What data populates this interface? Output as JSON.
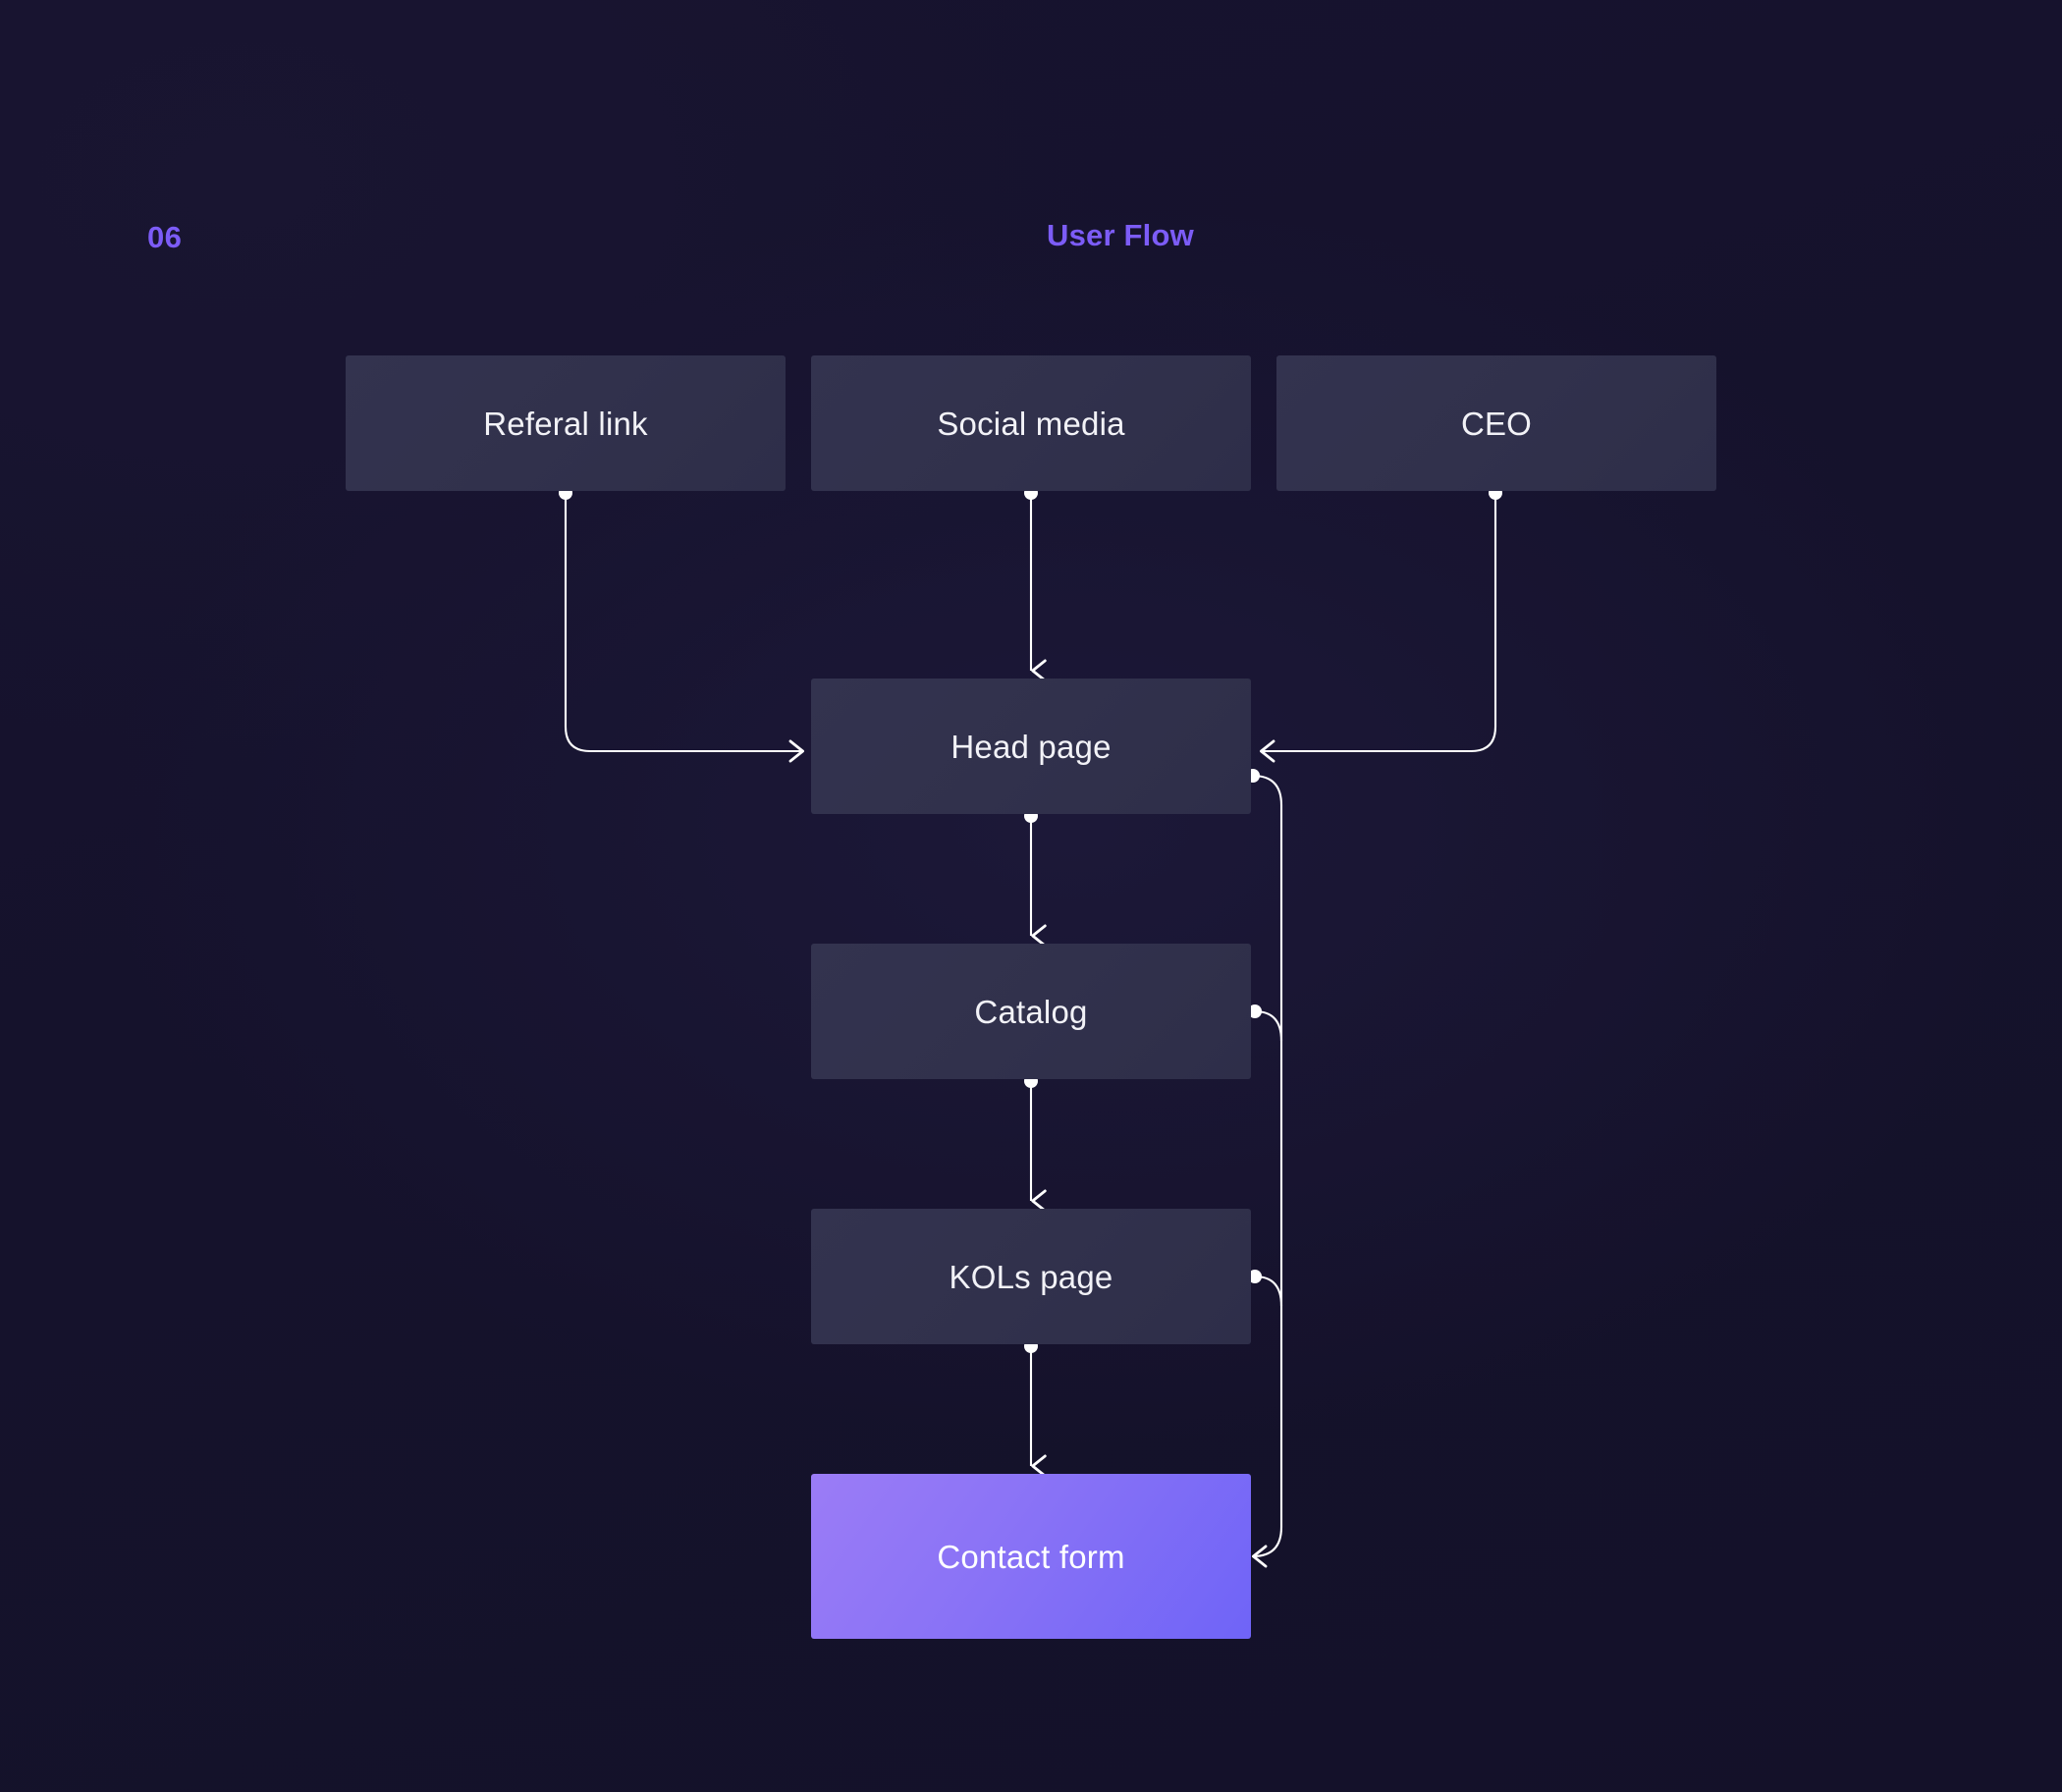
{
  "header": {
    "slide_number": "06",
    "title": "User Flow"
  },
  "colors": {
    "background": "#16132e",
    "accent": "#7c5cf7",
    "node_fill": "#31314c",
    "node_accent_from": "#9b7cf6",
    "node_accent_to": "#6f64f7",
    "connector": "#ffffff",
    "text": "#f2f2f7"
  },
  "diagram": {
    "type": "flowchart",
    "nodes": [
      {
        "id": "referal",
        "label": "Referal link",
        "style": "plain",
        "row": "entry",
        "column": 1
      },
      {
        "id": "social",
        "label": "Social media",
        "style": "plain",
        "row": "entry",
        "column": 2
      },
      {
        "id": "ceo",
        "label": "CEO",
        "style": "plain",
        "row": "entry",
        "column": 3
      },
      {
        "id": "head",
        "label": "Head page",
        "style": "plain",
        "row": "flow",
        "column": 2
      },
      {
        "id": "catalog",
        "label": "Catalog",
        "style": "plain",
        "row": "flow",
        "column": 2
      },
      {
        "id": "kols",
        "label": "KOLs page",
        "style": "plain",
        "row": "flow",
        "column": 2
      },
      {
        "id": "contact",
        "label": "Contact form",
        "style": "accent",
        "row": "flow",
        "column": 2
      }
    ],
    "edges": [
      {
        "from": "referal",
        "to": "head",
        "shape": "elbow-down-right",
        "arrow": "left-side"
      },
      {
        "from": "social",
        "to": "head",
        "shape": "straight-down",
        "arrow": "top-side"
      },
      {
        "from": "ceo",
        "to": "head",
        "shape": "elbow-down-left",
        "arrow": "right-side"
      },
      {
        "from": "head",
        "to": "catalog",
        "shape": "straight-down",
        "arrow": "top-side"
      },
      {
        "from": "catalog",
        "to": "kols",
        "shape": "straight-down",
        "arrow": "top-side"
      },
      {
        "from": "kols",
        "to": "contact",
        "shape": "straight-down",
        "arrow": "top-side"
      },
      {
        "from": "head",
        "to": "contact",
        "shape": "right-rail",
        "arrow": "right-side"
      },
      {
        "from": "catalog",
        "to": "contact",
        "shape": "right-rail-merge",
        "arrow": "none"
      },
      {
        "from": "kols",
        "to": "contact",
        "shape": "right-rail-merge",
        "arrow": "none"
      }
    ]
  }
}
